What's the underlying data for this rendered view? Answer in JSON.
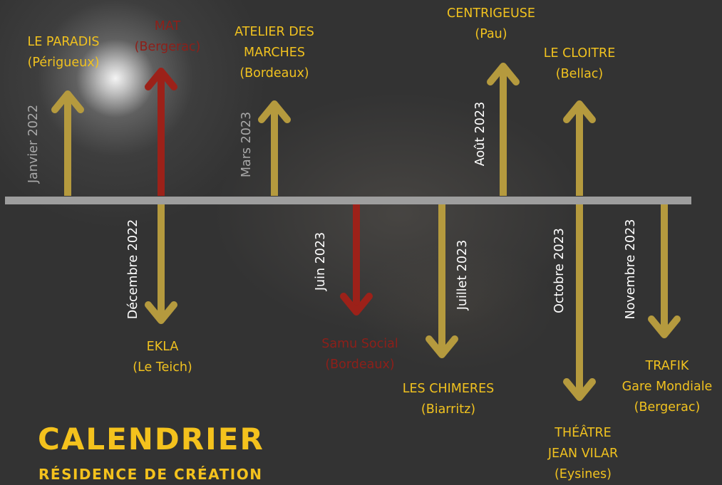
{
  "heading": {
    "title": "CALENDRIER",
    "subtitle": "RÉSIDENCE DE CRÉATION"
  },
  "colors": {
    "background": "#333333",
    "timeline": "#9e9e9e",
    "gold": "#b59a3e",
    "red": "#9c2119",
    "label_gold": "#f1c21f",
    "label_red": "#8e1f19",
    "heading": "#f4c21d",
    "date_grey": "#a8a8a8",
    "date_white": "#ffffff"
  },
  "events": [
    {
      "name": "LE PARADIS",
      "city": "(Périgueux)",
      "date": "Janvier 2022",
      "color": "gold",
      "date_color": "grey"
    },
    {
      "name": "MAT",
      "city": "(Bergerac)",
      "date": "",
      "color": "red",
      "date_color": "grey"
    },
    {
      "name": "EKLA",
      "city": "(Le Teich)",
      "date": "Décembre 2022",
      "color": "gold",
      "date_color": "white"
    },
    {
      "name": "ATELIER DES MARCHES",
      "city": "(Bordeaux)",
      "date": "Mars 2023",
      "color": "gold",
      "date_color": "grey"
    },
    {
      "name": "Samu Social",
      "city": "(Bordeaux)",
      "date": "Juin 2023",
      "color": "red",
      "date_color": "white"
    },
    {
      "name": "LES CHIMERES",
      "city": "(Biarritz)",
      "date": "Juillet 2023",
      "color": "gold",
      "date_color": "white"
    },
    {
      "name": "CENTRIGEUSE",
      "city": "(Pau)",
      "date": "Août 2023",
      "color": "gold",
      "date_color": "white"
    },
    {
      "name": "LE CLOITRE",
      "city": "(Bellac)",
      "date": "",
      "color": "gold",
      "date_color": "white"
    },
    {
      "name": "THÉÂTRE JEAN VILAR",
      "city": "(Eysines)",
      "date": "Octobre 2023",
      "color": "gold",
      "date_color": "white"
    },
    {
      "name": "TRAFIK Gare Mondiale",
      "city": "(Bergerac)",
      "date": "Novembre 2023",
      "color": "gold",
      "date_color": "white"
    }
  ]
}
